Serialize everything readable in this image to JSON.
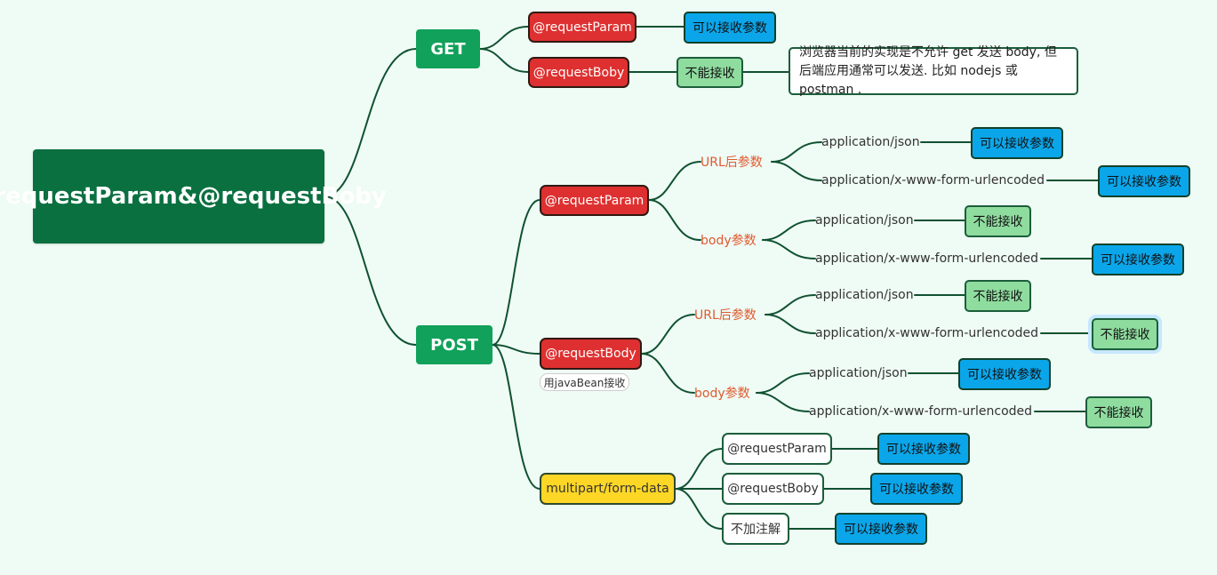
{
  "root": {
    "title": "@requestParam&@requestBoby"
  },
  "get": {
    "label": "GET",
    "request_param": {
      "label": "@requestParam",
      "result": "可以接收参数"
    },
    "request_body": {
      "label": "@requestBoby",
      "result": "不能接收",
      "note": "浏览器当前的实现是不允许 get 发送 body, 但后端应用通常可以发送. 比如 nodejs 或 postman ."
    }
  },
  "post": {
    "label": "POST",
    "request_param": {
      "label": "@requestParam",
      "url_params": {
        "label": "URL后参数",
        "json": {
          "label": "application/json",
          "result": "可以接收参数"
        },
        "form": {
          "label": "application/x-www-form-urlencoded",
          "result": "可以接收参数"
        }
      },
      "body_params": {
        "label": "body参数",
        "json": {
          "label": "application/json",
          "result": "不能接收"
        },
        "form": {
          "label": "application/x-www-form-urlencoded",
          "result": "可以接收参数"
        }
      }
    },
    "request_body": {
      "label": "@requestBody",
      "tag": "用javaBean接收",
      "url_params": {
        "label": "URL后参数",
        "json": {
          "label": "application/json",
          "result": "不能接收"
        },
        "form": {
          "label": "application/x-www-form-urlencoded",
          "result": "不能接收"
        }
      },
      "body_params": {
        "label": "body参数",
        "json": {
          "label": "application/json",
          "result": "可以接收参数"
        },
        "form": {
          "label": "application/x-www-form-urlencoded",
          "result": "不能接收"
        }
      }
    },
    "multipart": {
      "label": "multipart/form-data",
      "request_param": {
        "label": "@requestParam",
        "result": "可以接收参数"
      },
      "request_body": {
        "label": "@requestBoby",
        "result": "可以接收参数"
      },
      "no_annotation": {
        "label": "不加注解",
        "result": "可以接收参数"
      }
    }
  },
  "colors": {
    "background": "#effbf5",
    "root": "#0a7040",
    "method": "#11a15a",
    "annotation": "#de3030",
    "multipart": "#fed726",
    "accept": "#0ba6ea",
    "reject": "#8fdc9f",
    "param_type_label": "#e05a2f",
    "connector": "#0f5130"
  }
}
